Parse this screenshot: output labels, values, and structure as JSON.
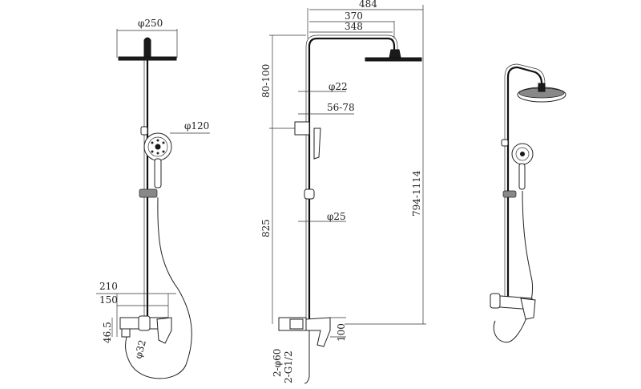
{
  "front_view": {
    "head_diameter": "φ250",
    "handheld_diameter": "φ120",
    "width_210": "210",
    "width_150": "150",
    "height_46_5": "46.5",
    "inlet_diameter": "φ32"
  },
  "side_view": {
    "total_width": "484",
    "arm_370": "370",
    "arm_348": "348",
    "head_drop": "80-100",
    "pipe_diameter": "φ22",
    "holder_offset": "56-78",
    "bar_height": "825",
    "bar_diameter": "φ25",
    "adjust_height": "794-1114",
    "spout_depth": "100",
    "escutcheon": "2-φ60",
    "thread": "2-G1/2"
  }
}
